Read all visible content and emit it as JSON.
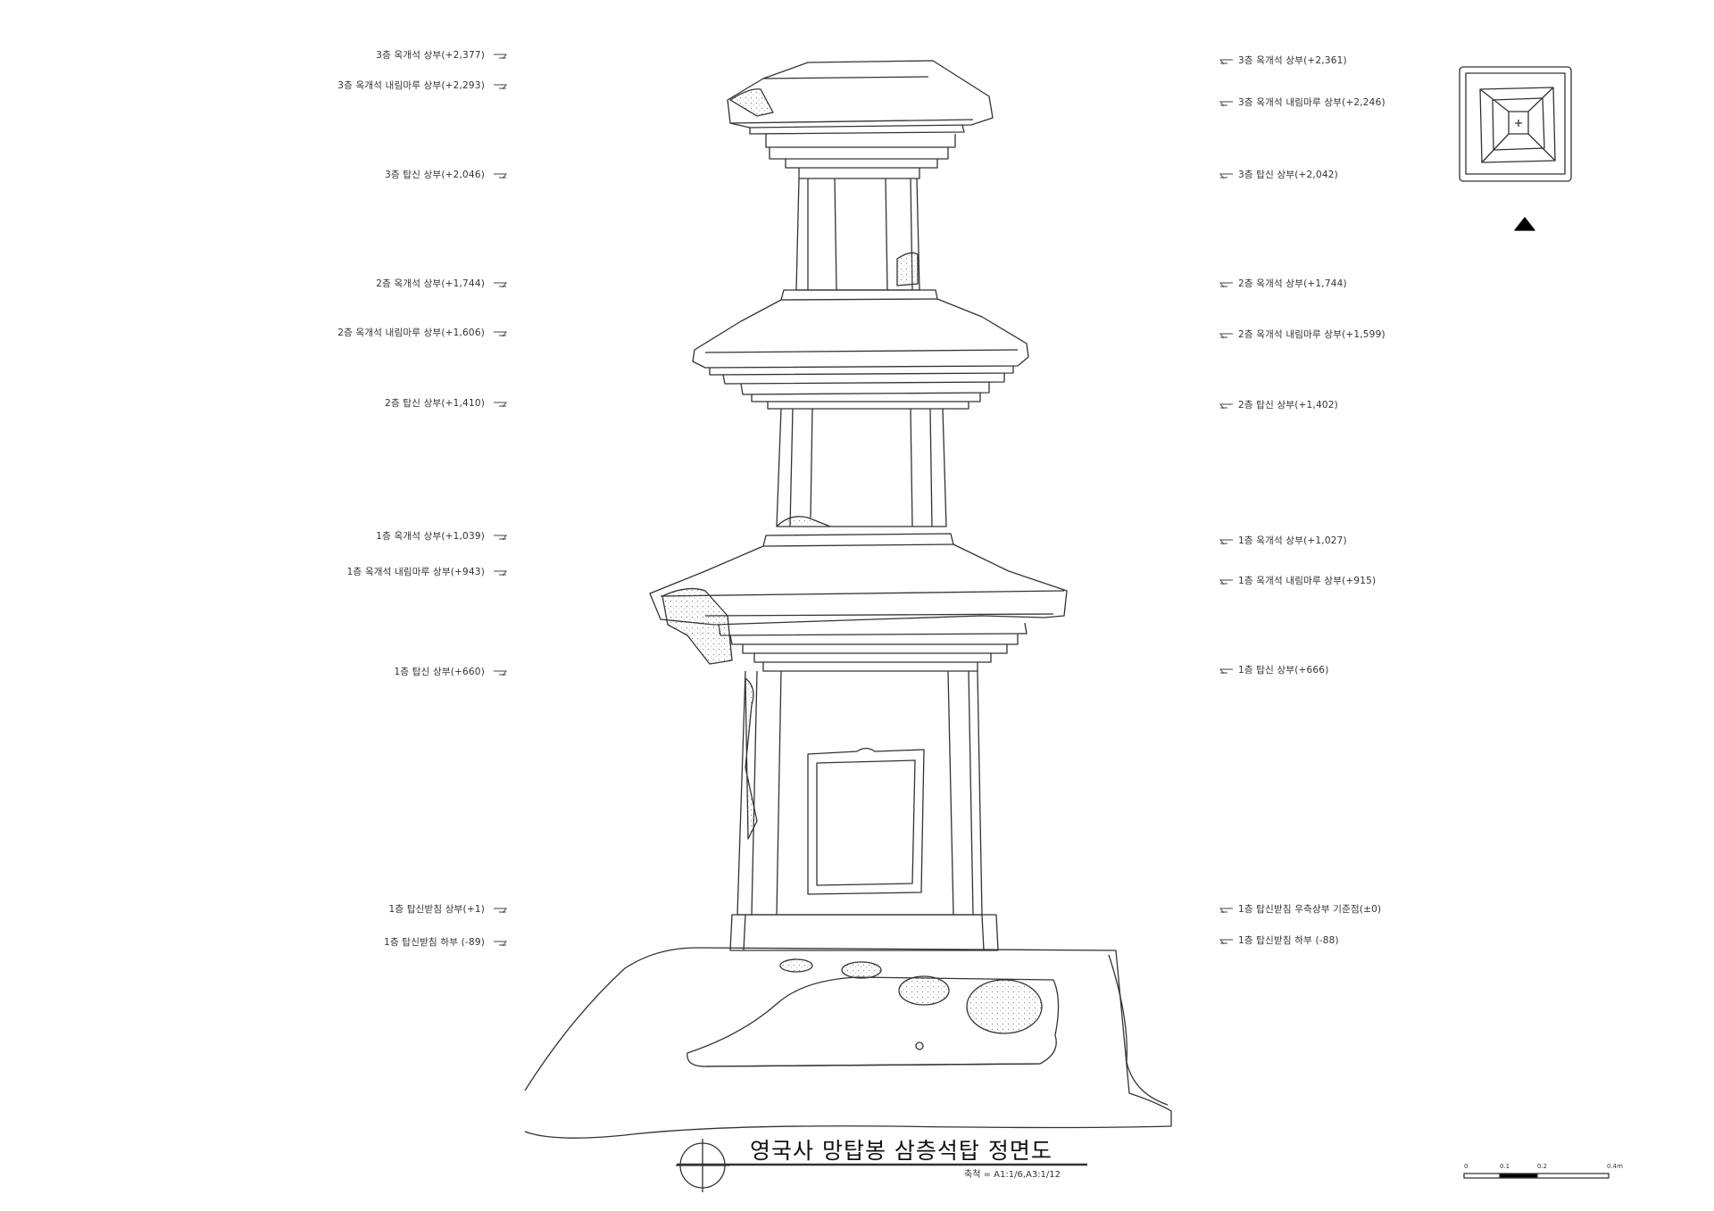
{
  "title": "영국사 망탑봉 삼층석탑 정면도",
  "scale_note": "축척 = A1:1/6,A3:1/12",
  "scale_bar": {
    "ticks": [
      "0",
      "0.1",
      "0.2",
      "0.4m"
    ]
  },
  "left_labels": [
    "3층 옥개석 상부(+2,377)",
    "3층 옥개석 내림마루 상부(+2,293)",
    "3층 탑신 상부(+2,046)",
    "2층 옥개석 상부(+1,744)",
    "2층 옥개석 내림마루 상부(+1,606)",
    "2층 탑신 상부(+1,410)",
    "1층 옥개석 상부(+1,039)",
    "1층 옥개석 내림마루 상부(+943)",
    "1층 탑신 상부(+660)",
    "1층 탑신받침 상부(+1)",
    "1층 탑신받침 하부 (-89)"
  ],
  "right_labels": [
    "3층 옥개석 상부(+2,361)",
    "3층 옥개석 내림마루 상부(+2,246)",
    "3층 탑신 상부(+2,042)",
    "2층 옥개석 상부(+1,744)",
    "2층 옥개석 내림마루 상부(+1,599)",
    "2층 탑신 상부(+1,402)",
    "1층 옥개석 상부(+1,027)",
    "1층 옥개석 내림마루 상부(+915)",
    "1층 탑신 상부(+666)",
    "1층 탑신받침 우측상부 기준점(±0)",
    "1층 탑신받침 하부 (-88)"
  ]
}
